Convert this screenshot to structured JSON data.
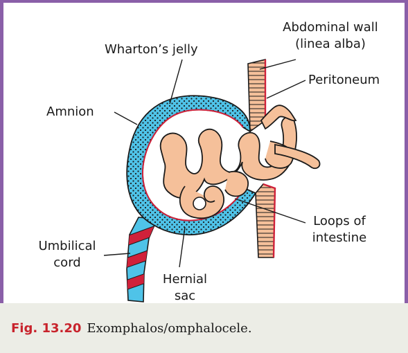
{
  "labels": {
    "abdominal_wall": [
      "Abdominal wall",
      "(linea alba)"
    ],
    "whartons_jelly": "Wharton’s jelly",
    "peritoneum": "Peritoneum",
    "amnion": "Amnion",
    "loops_of_intestine": [
      "Loops of",
      "intestine"
    ],
    "umbilical_cord": [
      "Umbilical",
      "cord"
    ],
    "hernial_sac": [
      "Hernial",
      "sac"
    ]
  },
  "caption": {
    "number": "Fig. 13.20",
    "text": "Exomphalos/omphalocele."
  },
  "colors": {
    "frame": "#8a5fa8",
    "jelly": "#4fc3e8",
    "intestine": "#f5c09a",
    "peritoneum_line": "#d0213a",
    "cord_vessels": "#d0213a",
    "caption_bg": "#ecede6",
    "caption_number": "#c8232c"
  }
}
